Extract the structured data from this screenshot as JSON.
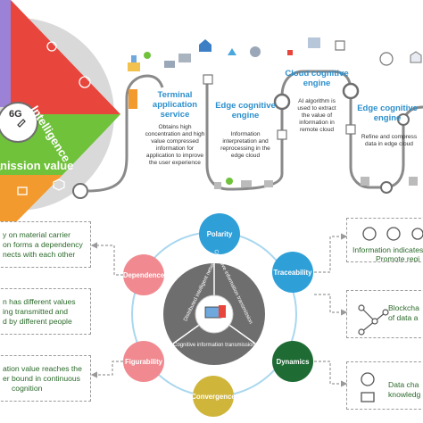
{
  "triangle": {
    "segments": [
      "Intelligence",
      "nission value"
    ],
    "center_label": "6G"
  },
  "pipeline": {
    "stages": [
      {
        "title_lines": [
          "Terminal",
          "application",
          "service"
        ],
        "desc_lines": [
          "Obtains high",
          "concentration and high",
          "value  compressed",
          "information for",
          "application to improve",
          "the user experience"
        ]
      },
      {
        "title_lines": [
          "Edge cognitive",
          "engine"
        ],
        "desc_lines": [
          "Information",
          "interpretation and",
          "reprocessing in the",
          "edge cloud"
        ]
      },
      {
        "title_lines": [
          "Cloud cognitive",
          "engine"
        ],
        "desc_lines": [
          "AI algorithm is",
          "used to extract",
          "the value of",
          "information in",
          "remote cloud"
        ]
      },
      {
        "title_lines": [
          "Edge cognitive",
          "engine"
        ],
        "desc_lines": [
          "Refine and compress",
          "data in edge cloud"
        ]
      }
    ]
  },
  "wheel": {
    "center_texts": [
      "Distributed intelligent network",
      "Cognitive information transmission",
      "Cognitive information transmission"
    ],
    "nodes": [
      {
        "label": "Polarity",
        "color": "#2f9fd8"
      },
      {
        "label": "Traceability",
        "color": "#2f9fd8"
      },
      {
        "label": "Dynamics",
        "color": "#1e6b34"
      },
      {
        "label": "Convergence",
        "color": "#cfb53a"
      },
      {
        "label": "Figurability",
        "color": "#f08a90"
      },
      {
        "label": "Dependence",
        "color": "#f08a90"
      }
    ]
  },
  "left_boxes": [
    {
      "lines": [
        "y on material carrier",
        "on forms a dependency",
        "nects with each other"
      ]
    },
    {
      "lines": [
        "n has different values",
        "ing transmitted and",
        "d by different people"
      ]
    },
    {
      "lines": [
        "ation value reaches the",
        "er bound in continuous",
        "cognition"
      ]
    }
  ],
  "right_boxes": [
    {
      "lines": [
        "Information indicates",
        "Promote regi"
      ]
    },
    {
      "lines": [
        "Blockcha",
        "of data a"
      ]
    },
    {
      "lines": [
        "Data cha",
        "knowledg"
      ]
    }
  ],
  "colors": {
    "triangle_red": "#e8453c",
    "triangle_green": "#6fc23a",
    "triangle_orange": "#f39a2e",
    "triangle_purple": "#9b82d6",
    "title_blue": "#2c8fcc",
    "box_text": "#2b6a2b",
    "wheel_gray": "#6e6e6e"
  }
}
